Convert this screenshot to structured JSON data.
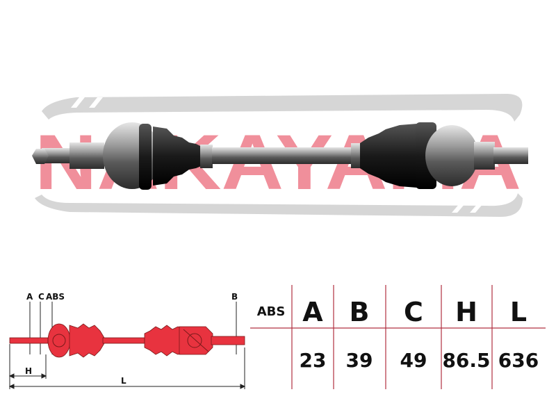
{
  "brand": {
    "name": "NAKAYAMA",
    "logo_color": "#f08a96",
    "swoosh_color": "#d6d6d6"
  },
  "diagram": {
    "labels": [
      "A",
      "C",
      "ABS",
      "B",
      "H",
      "L"
    ],
    "shaft_color": "#e8333f",
    "line_color": "#222222"
  },
  "spec_table": {
    "headers": [
      "ABS",
      "A",
      "B",
      "C",
      "H",
      "L"
    ],
    "values": [
      "",
      "23",
      "39",
      "49",
      "86.5",
      "636"
    ],
    "border_color": "#b03040"
  }
}
